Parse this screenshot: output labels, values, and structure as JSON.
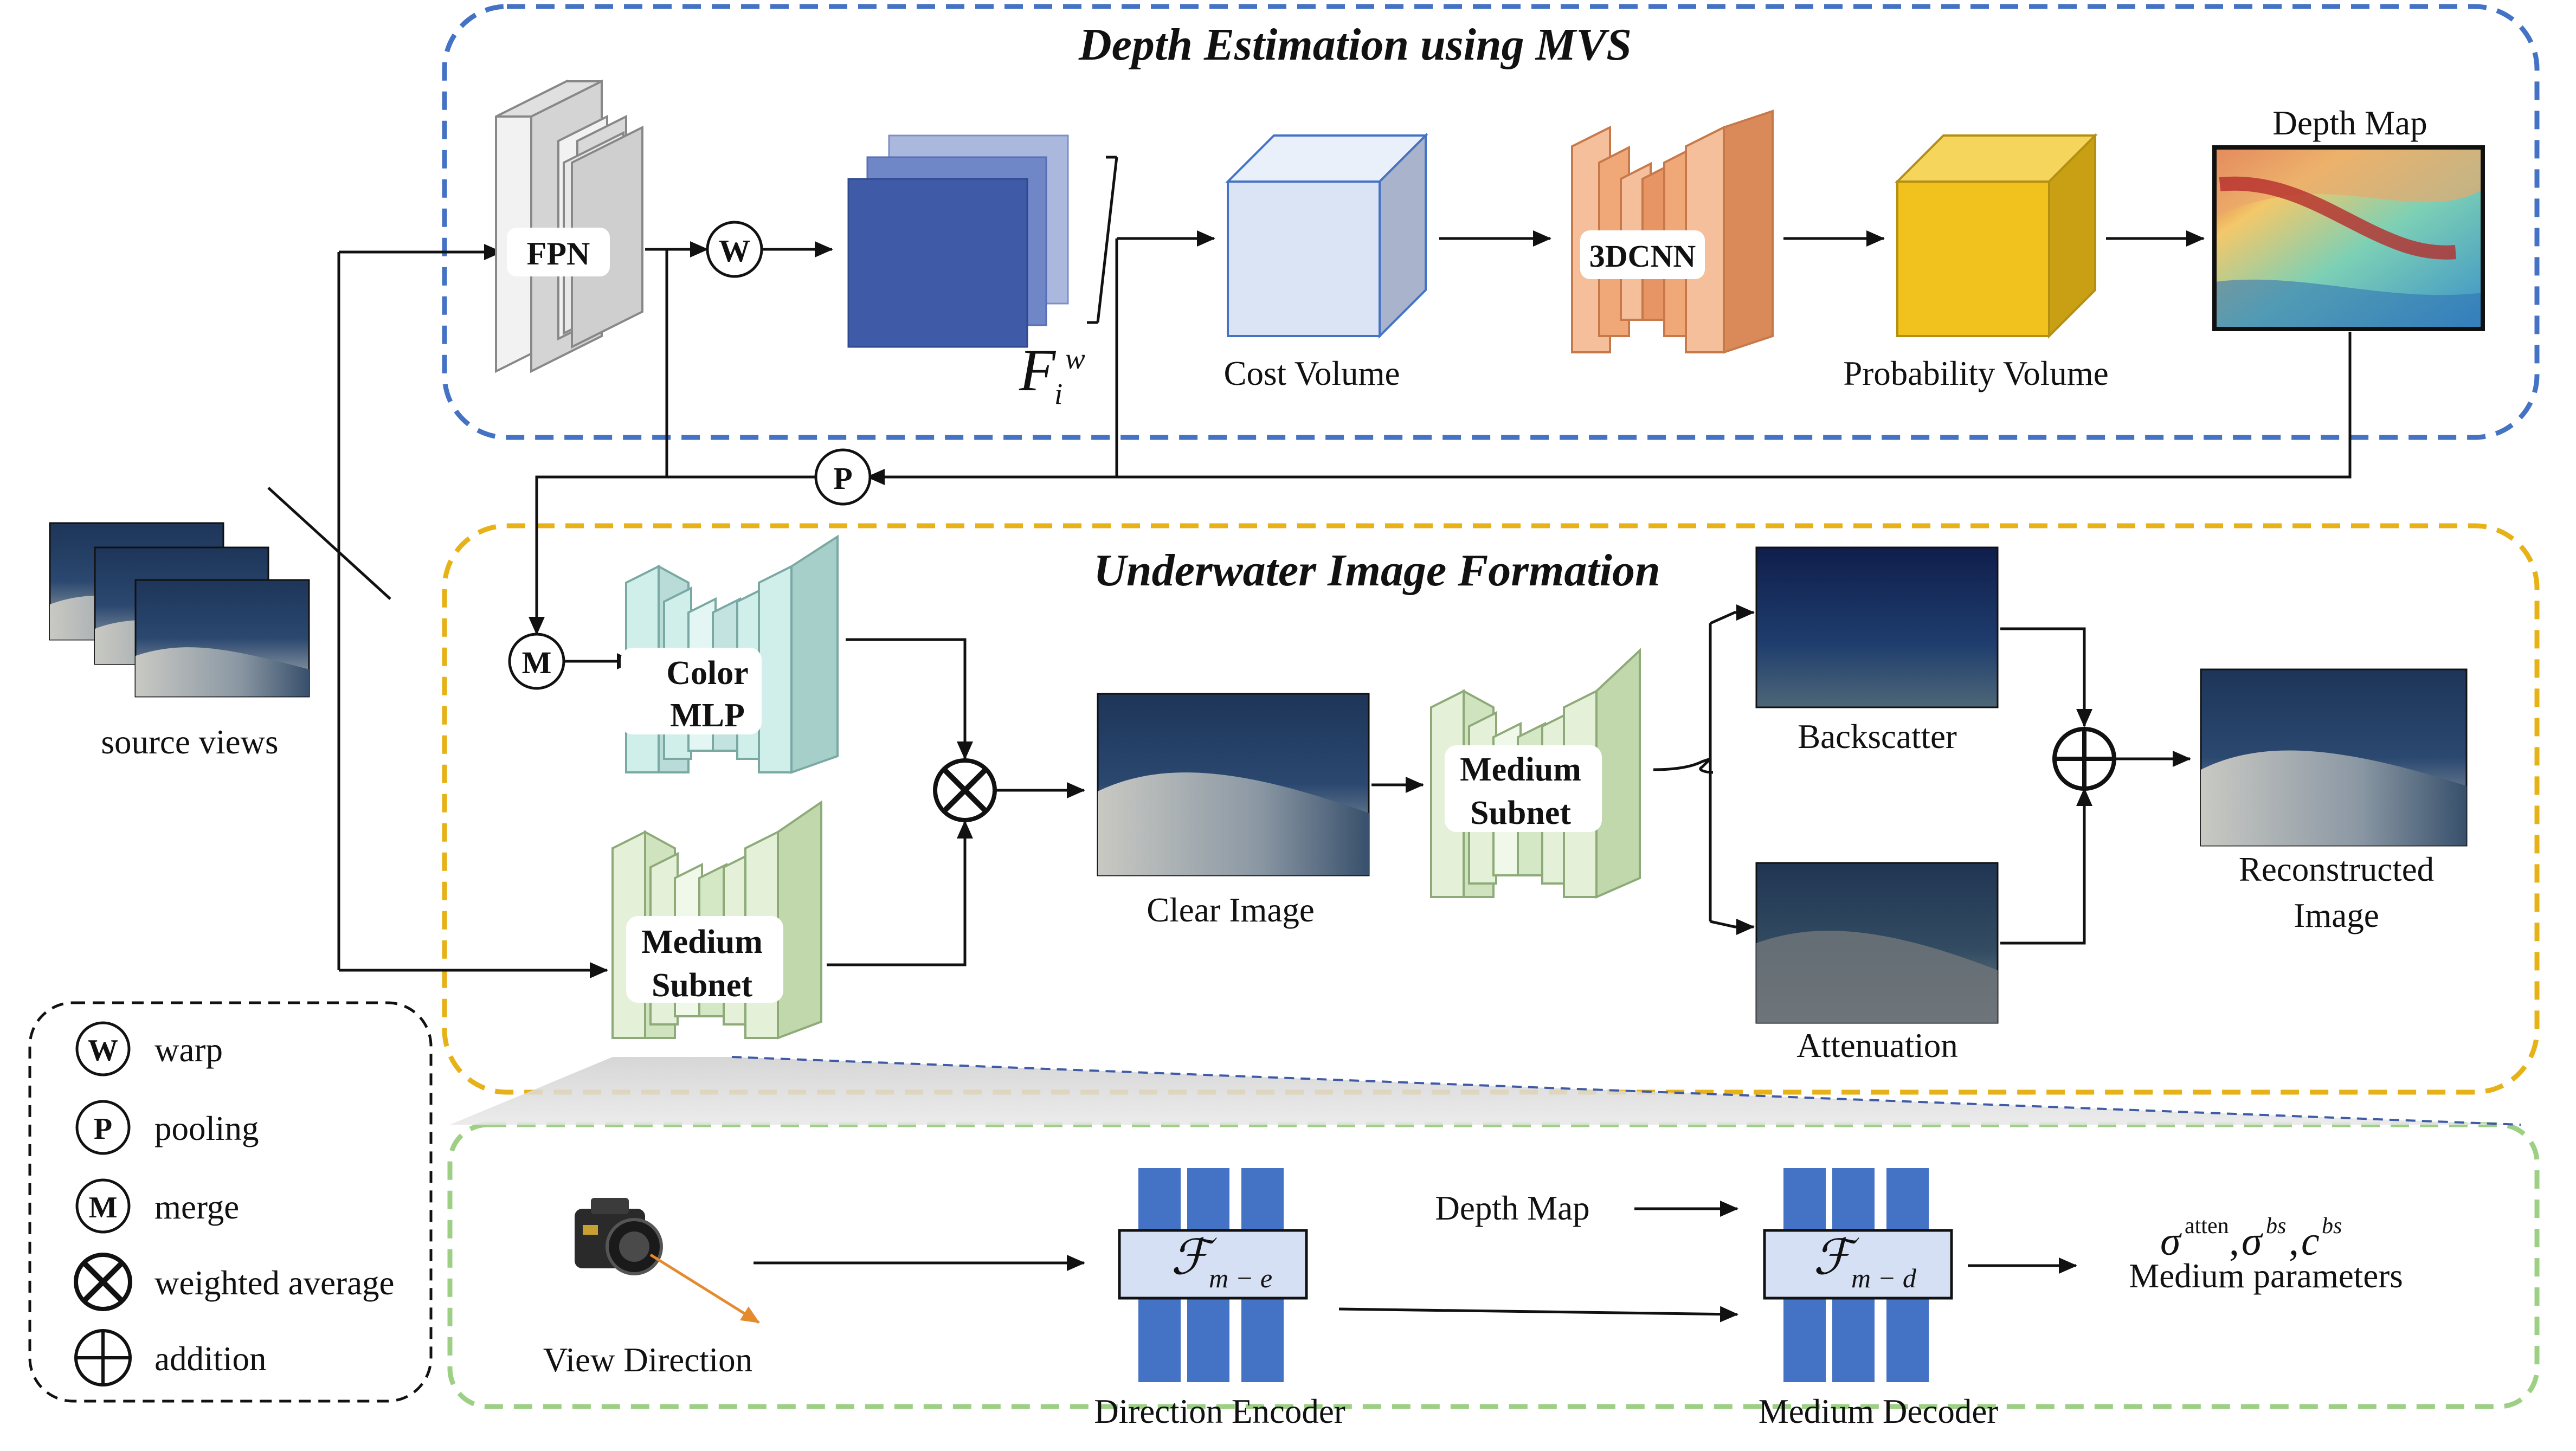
{
  "sections": {
    "depth_title": "Depth Estimation using MVS",
    "formation_title": "Underwater Image Formation"
  },
  "modules": {
    "fpn": "FPN",
    "cnn3d": "3DCNN",
    "color_mlp_line1": "Color",
    "color_mlp_line2": "MLP",
    "medium_subnet_line1": "Medium",
    "medium_subnet_line2": "Subnet"
  },
  "labels": {
    "feature": "F",
    "feature_sub": "i",
    "feature_sup": "w",
    "cost_volume": "Cost Volume",
    "probability_volume": "Probability Volume",
    "depth_map": "Depth Map",
    "source_views": "source views",
    "clear_image": "Clear Image",
    "backscatter": "Backscatter",
    "attenuation": "Attenuation",
    "reconstructed_line1": "Reconstructed",
    "reconstructed_line2": "Image",
    "view_direction": "View Direction",
    "depth_map_input": "Depth Map",
    "direction_encoder": "Direction Encoder",
    "medium_decoder": "Medium Decoder",
    "enc_symbol": "ℱ",
    "enc_sub": "m − e",
    "dec_symbol": "ℱ",
    "dec_sub": "m − d",
    "params_sigma": "σ",
    "params_atten": "atten",
    "params_bs": "bs",
    "params_c": "c",
    "params_comma": ",",
    "medium_parameters": "Medium parameters"
  },
  "ops": {
    "warp": "W",
    "pooling": "P",
    "merge": "M"
  },
  "legend": [
    {
      "symbol": "W",
      "text": "warp"
    },
    {
      "symbol": "P",
      "text": "pooling"
    },
    {
      "symbol": "M",
      "text": "merge"
    },
    {
      "symbol": "⊗",
      "text": "weighted average"
    },
    {
      "symbol": "⊕",
      "text": "addition"
    }
  ],
  "colors": {
    "depth_border": "#4472c4",
    "formation_border": "#e6b217",
    "medium_border": "#9dcf84",
    "feature_blue": "#3f5aa6",
    "cost_volume": "#dbe4f5",
    "cnn_orange": "#f0a878",
    "prob_yellow": "#f1c21d",
    "mlp_teal": "#d0eeea",
    "subnet_green": "#e4f1d8",
    "encoder_fill": "#d6e0f5",
    "encoder_bar": "#4472c4"
  }
}
